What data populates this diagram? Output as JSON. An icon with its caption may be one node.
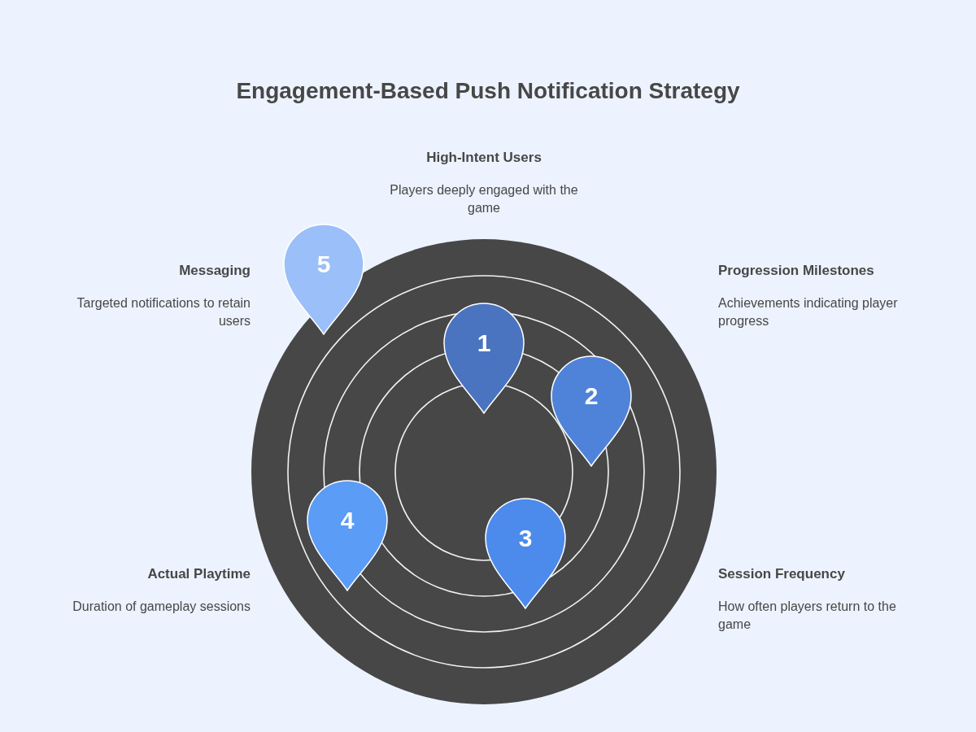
{
  "diagram": {
    "title": "Engagement-Based Push Notification Strategy",
    "nodes": [
      {
        "text": [
          "1"
        ],
        "beside": [
          "High-Intent Users",
          "Players deeply engaged with the game"
        ]
      },
      {
        "text": [
          "2"
        ],
        "beside": [
          "Progression Milestones",
          "Achievements indicating player progress"
        ]
      },
      {
        "text": [
          "3"
        ],
        "beside": [
          "Session Frequency",
          "How often players return to the game"
        ]
      },
      {
        "text": [
          "4"
        ],
        "beside": [
          "Actual Playtime",
          "Duration of gameplay sessions"
        ]
      },
      {
        "text": [
          "5"
        ],
        "beside": [
          "Messaging",
          "Targeted notifications to retain users"
        ]
      }
    ]
  }
}
